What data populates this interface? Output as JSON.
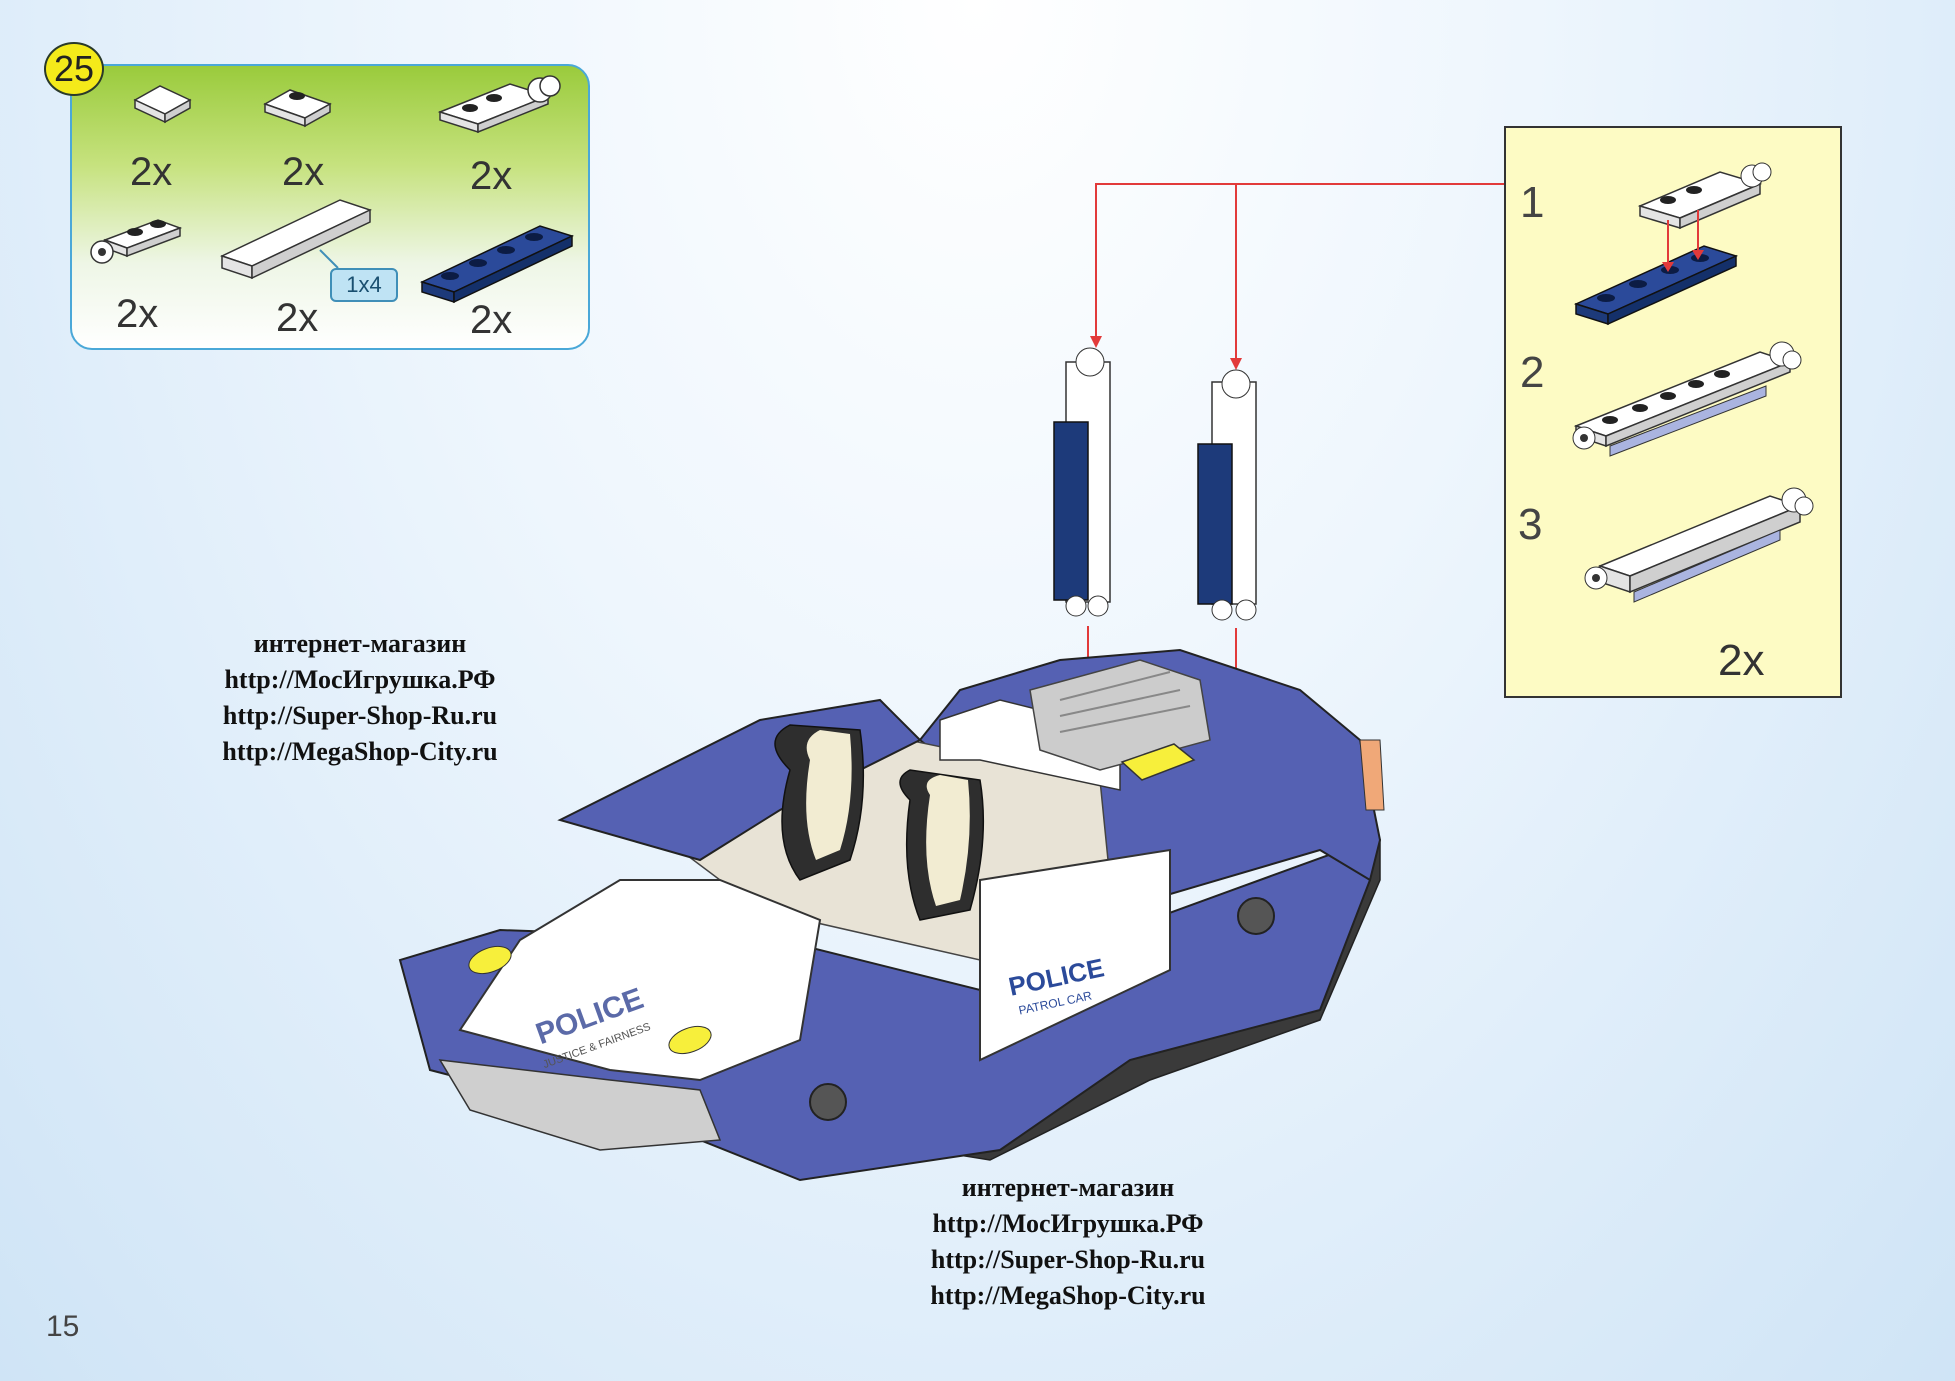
{
  "step": {
    "number": "25"
  },
  "parts": [
    {
      "name": "plate-2x2-white",
      "qty": "2x"
    },
    {
      "name": "plate-1x2-white-stud",
      "qty": "2x"
    },
    {
      "name": "plate-1x3-white-clip",
      "qty": "2x"
    },
    {
      "name": "plate-1x2-white-hinge",
      "qty": "2x"
    },
    {
      "name": "tile-1x4-white",
      "qty": "2x",
      "size_label": "1x4"
    },
    {
      "name": "plate-1x4-dark-blue",
      "qty": "2x"
    }
  ],
  "subassembly": {
    "steps": [
      "1",
      "2",
      "3"
    ],
    "qty": "2x"
  },
  "watermarks": [
    {
      "lines": [
        "интернет-магазин",
        "http://МосИгрушка.РФ",
        "http://Super-Shop-Ru.ru",
        "http://MegaShop-City.ru"
      ]
    },
    {
      "lines": [
        "интернет-магазин",
        "http://МосИгрушка.РФ",
        "http://Super-Shop-Ru.ru",
        "http://MegaShop-City.ru"
      ]
    }
  ],
  "car_decals": {
    "hood_text": "POLICE",
    "hood_sub": "JUSTICE & FAIRNESS",
    "side_text": "POLICE",
    "side_sub": "PATROL CAR"
  },
  "colors": {
    "car_blue": "#5561b3",
    "dark_blue": "#1d3a7a",
    "arrow_red": "#e23a3a",
    "panel_yellow": "#fdfbc4",
    "panel_green": "#9acb3c"
  },
  "page": {
    "number": "15"
  }
}
